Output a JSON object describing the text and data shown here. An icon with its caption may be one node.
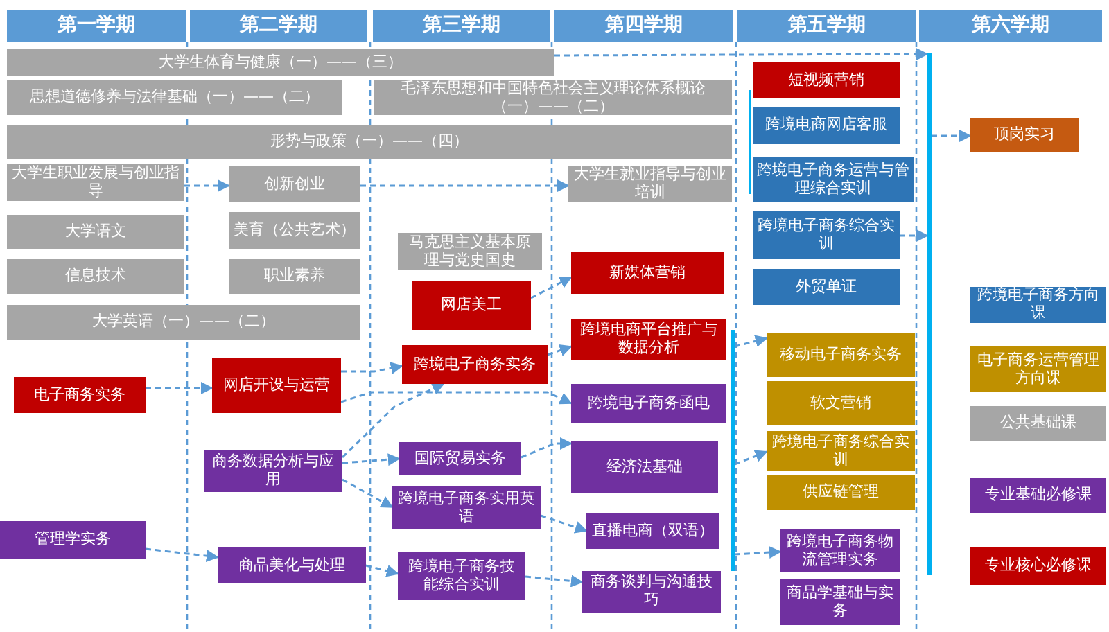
{
  "diagram": {
    "nodes": [
      {
        "text": [
          "第一学期"
        ]
      },
      {
        "text": [
          "第二学期"
        ]
      },
      {
        "text": [
          "第三学期"
        ]
      },
      {
        "text": [
          "第四学期"
        ]
      },
      {
        "text": [
          "第五学期"
        ]
      },
      {
        "text": [
          "第六学期"
        ]
      },
      {
        "text": [
          "大学生体育与健康（一）——（三）"
        ]
      },
      {
        "text": [
          "思想道德修养与法律基础（一）——（二）"
        ]
      },
      {
        "text": [
          "毛泽东思想和中国特色社会主义理论体系概论（一）——（二）"
        ]
      },
      {
        "text": [
          "形势与政策（一）——（四）"
        ]
      },
      {
        "text": [
          "大学生职业发展与创业指导"
        ]
      },
      {
        "text": [
          "创新创业"
        ]
      },
      {
        "text": [
          "大学生就业指导与创业培训"
        ]
      },
      {
        "text": [
          "大学语文"
        ]
      },
      {
        "text": [
          "美育（公共艺术）"
        ]
      },
      {
        "text": [
          "信息技术"
        ]
      },
      {
        "text": [
          "职业素养"
        ]
      },
      {
        "text": [
          "马克思主义基本原理与党史国史"
        ]
      },
      {
        "text": [
          "网店美工"
        ]
      },
      {
        "text": [
          "新媒体营销"
        ]
      },
      {
        "text": [
          "大学英语（一）——（二）"
        ]
      },
      {
        "text": [
          "电子商务实务"
        ]
      },
      {
        "text": [
          "网店开设与运营"
        ]
      },
      {
        "text": [
          "跨境电子商务实务"
        ]
      },
      {
        "text": [
          "跨境电商平台推广与数据分析"
        ]
      },
      {
        "text": [
          "跨境电子商务函电"
        ]
      },
      {
        "text": [
          "商务数据分析与应用"
        ]
      },
      {
        "text": [
          "国际贸易实务"
        ]
      },
      {
        "text": [
          "经济法基础"
        ]
      },
      {
        "text": [
          "跨境电子商务实用英语"
        ]
      },
      {
        "text": [
          "直播电商（双语）"
        ]
      },
      {
        "text": [
          "管理学实务"
        ]
      },
      {
        "text": [
          "商品美化与处理"
        ]
      },
      {
        "text": [
          "跨境电子商务技能综合实训"
        ]
      },
      {
        "text": [
          "商务谈判与沟通技巧"
        ]
      },
      {
        "text": [
          "短视频营销"
        ]
      },
      {
        "text": [
          "跨境电商网店客服"
        ]
      },
      {
        "text": [
          "跨境电子商务运营与管理综合实训"
        ]
      },
      {
        "text": [
          "跨境电子商务综合实训"
        ]
      },
      {
        "text": [
          "外贸单证"
        ]
      },
      {
        "text": [
          "移动电子商务实务"
        ]
      },
      {
        "text": [
          "软文营销"
        ]
      },
      {
        "text": [
          "跨境电子商务综合实训"
        ]
      },
      {
        "text": [
          "供应链管理"
        ]
      },
      {
        "text": [
          "跨境电子商务物流管理实务"
        ]
      },
      {
        "text": [
          "商品学基础与实务"
        ]
      },
      {
        "text": [
          "顶岗实习"
        ]
      },
      {
        "text": [],
        "shape": "bar"
      },
      {
        "text": [],
        "shape": "bar"
      }
    ],
    "edges": [
      {
        "from": 10,
        "to": 11,
        "arrow": "to",
        "style": "dashed"
      },
      {
        "from": 11,
        "to": 12,
        "arrow": "to",
        "style": "dashed"
      },
      {
        "from": 6,
        "to": 48,
        "arrow": "to",
        "style": "dashed"
      },
      {
        "from": 38,
        "to": 48,
        "arrow": "to",
        "style": "dashed"
      },
      {
        "from": 48,
        "to": 46,
        "arrow": "to",
        "style": "dashed"
      },
      {
        "from": 21,
        "to": 22,
        "arrow": "to",
        "style": "dashed"
      },
      {
        "from": 22,
        "to": 23,
        "arrow": "to",
        "style": "dashed"
      },
      {
        "from": 22,
        "to": 25,
        "arrow": "to",
        "style": "dashed"
      },
      {
        "from": 26,
        "to": 23,
        "arrow": "to",
        "style": "dashed"
      },
      {
        "from": 26,
        "to": 27,
        "arrow": "to",
        "style": "dashed"
      },
      {
        "from": 26,
        "to": 29,
        "arrow": "to",
        "style": "dashed"
      },
      {
        "from": 27,
        "to": 28,
        "arrow": "to",
        "style": "dashed"
      },
      {
        "from": 29,
        "to": 30,
        "arrow": "to",
        "style": "dashed"
      },
      {
        "from": 31,
        "to": 32,
        "arrow": "to",
        "style": "dashed"
      },
      {
        "from": 32,
        "to": 33,
        "arrow": "to",
        "style": "dashed"
      },
      {
        "from": 33,
        "to": 34,
        "arrow": "to",
        "style": "dashed"
      },
      {
        "from": 18,
        "to": 19,
        "arrow": "to",
        "style": "dashed"
      },
      {
        "from": 23,
        "to": 24,
        "arrow": "to",
        "style": "dashed"
      },
      {
        "from": 47,
        "to": 40,
        "arrow": "to",
        "style": "dashed"
      },
      {
        "from": 47,
        "to": 42,
        "arrow": "to",
        "style": "dashed"
      },
      {
        "from": 47,
        "to": 44,
        "arrow": "to",
        "style": "dashed"
      }
    ],
    "legend": [
      {
        "text": "跨境电子商务方向课",
        "color": "#2e75b6"
      },
      {
        "text": "电子商务运营管理方向课",
        "color": "#bf9000"
      },
      {
        "text": "公共基础课",
        "color": "#a6a6a6"
      },
      {
        "text": "专业基础必修课",
        "color": "#7030a0"
      },
      {
        "text": "专业核心必修课",
        "color": "#c00000"
      }
    ]
  }
}
